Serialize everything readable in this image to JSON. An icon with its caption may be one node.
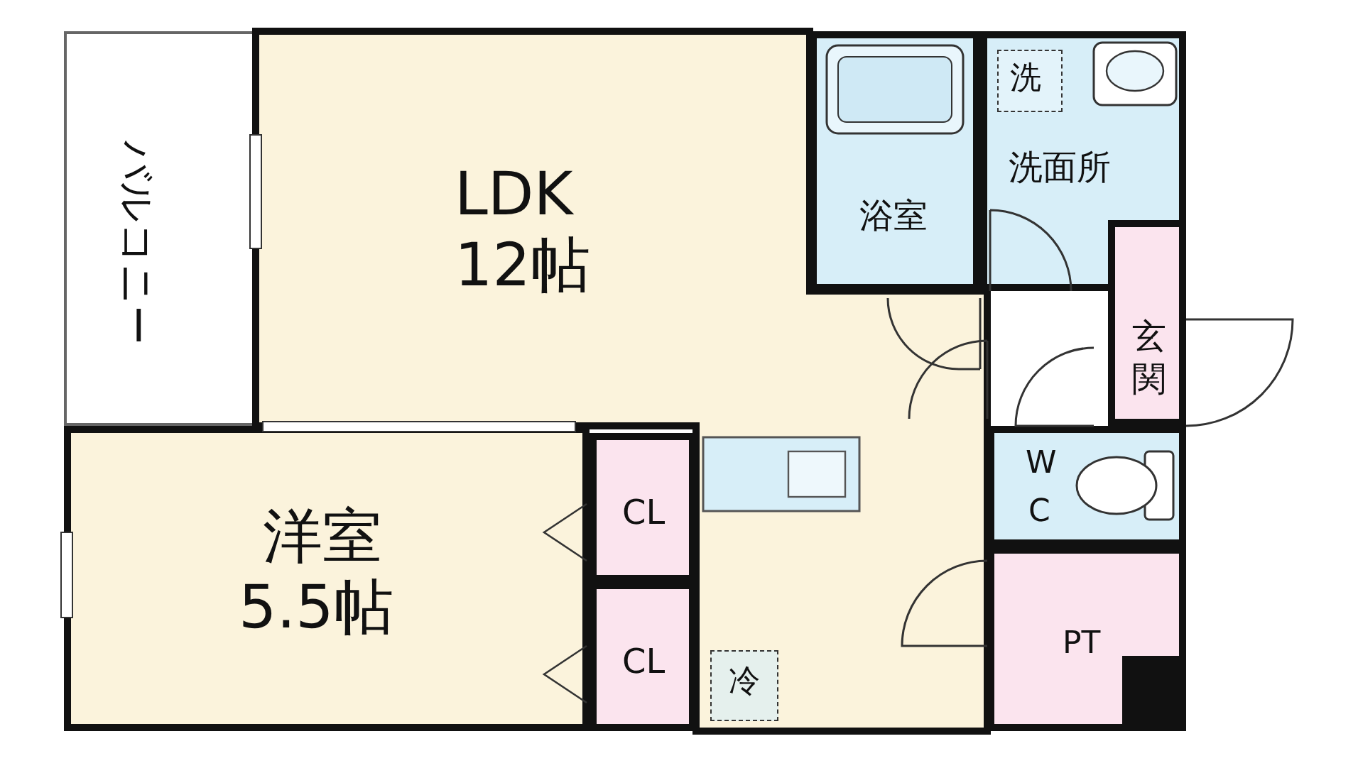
{
  "diagram": {
    "nodes": [
      {
        "text": [
          "バルコニー"
        ]
      },
      {
        "text": [
          "LDK",
          "12帖"
        ]
      },
      {
        "text": [
          "浴室"
        ]
      },
      {
        "text": [
          "洗面所"
        ]
      },
      {
        "text": [
          "洗"
        ],
        "in": 3
      },
      {
        "text": [
          "玄関"
        ]
      },
      {
        "text": [
          "洋室",
          "5.5帖"
        ]
      },
      {
        "text": [
          "CL"
        ]
      },
      {
        "text": [
          "CL"
        ]
      },
      {
        "text": [
          "W",
          "C"
        ]
      },
      {
        "text": [
          "PT"
        ]
      },
      {
        "text": [
          "冷"
        ],
        "in": 1
      }
    ]
  }
}
